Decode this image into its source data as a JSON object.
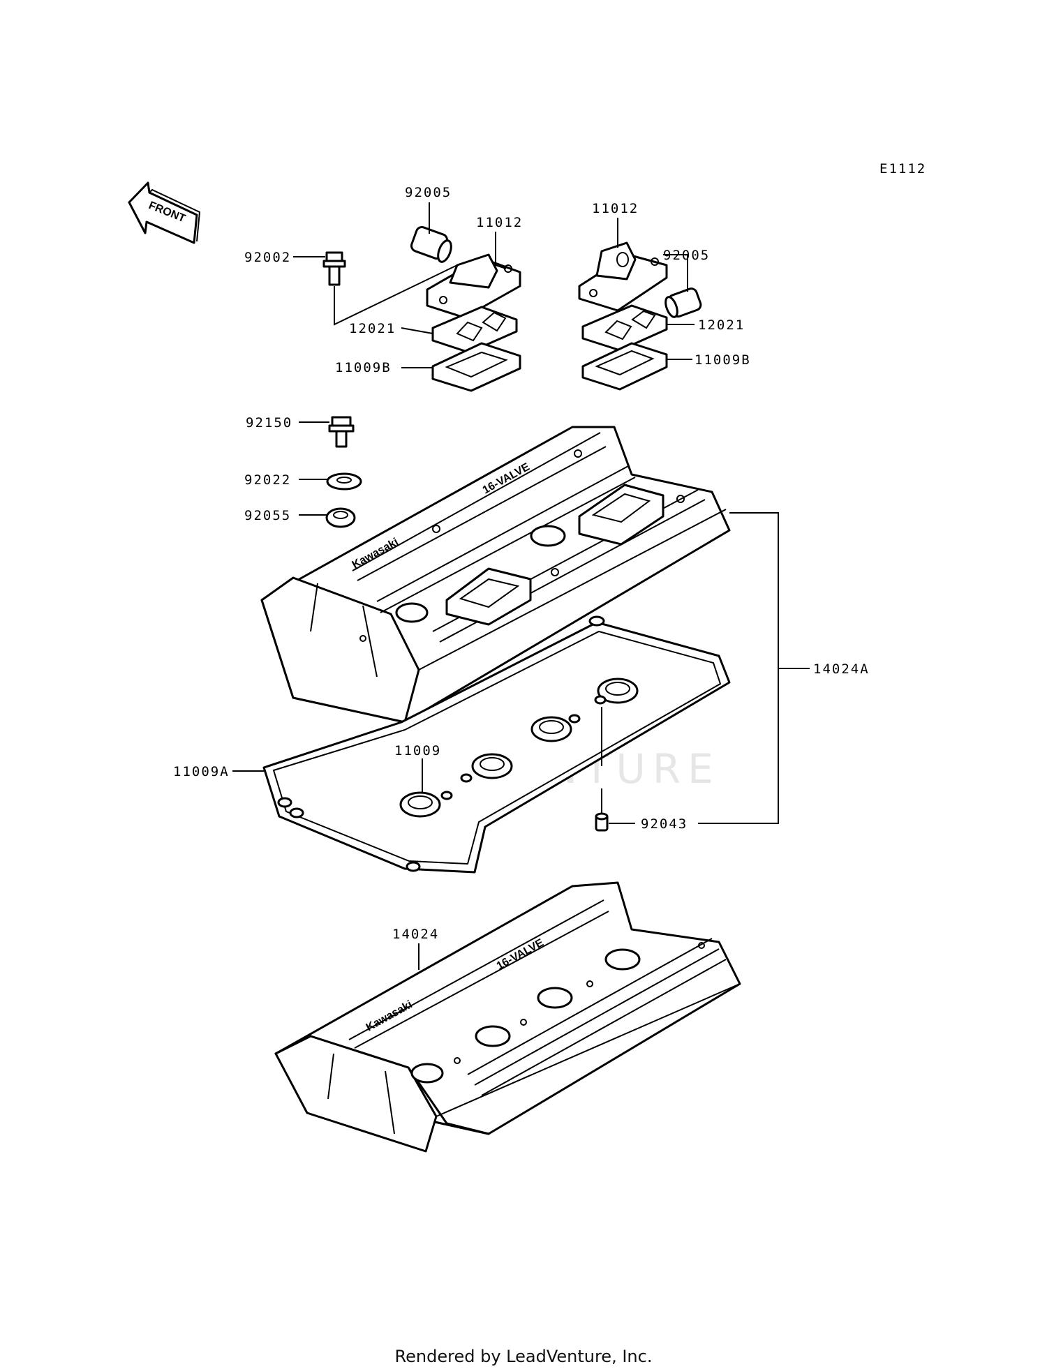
{
  "diagram_code": "E1112",
  "front_label": "FRONT",
  "watermark": "LEADVENTURE",
  "labels": {
    "p92005_left": "92005",
    "p11012_left": "11012",
    "p92002": "92002",
    "p12021_left": "12021",
    "p11009B_left": "11009B",
    "p11012_right": "11012",
    "p92005_right": "92005",
    "p12021_right": "12021",
    "p11009B_right": "11009B",
    "p92150": "92150",
    "p92022": "92022",
    "p92055": "92055",
    "p14024A": "14024A",
    "p11009A": "11009A",
    "p11009": "11009",
    "p92043": "92043",
    "p14024": "14024"
  },
  "cover_text": {
    "brand_top": "Kawasaki",
    "valve_top": "16-VALVE",
    "brand_bottom": "Kawasaki",
    "valve_bottom": "16-VALVE"
  },
  "footer": "Rendered by LeadVenture, Inc."
}
